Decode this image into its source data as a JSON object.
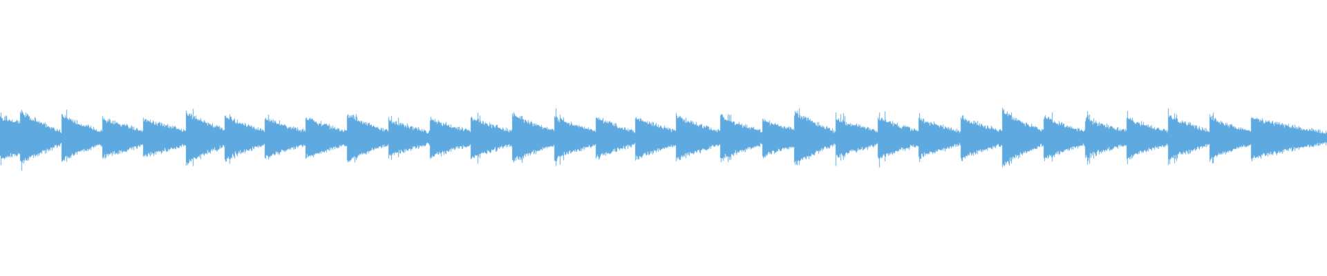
{
  "waveform": {
    "color": "#5ea9e0",
    "background": "#ffffff",
    "progress_fraction": 0,
    "segments": [
      {
        "start": 0.0,
        "end": 0.0153,
        "peak": 0.32,
        "tail": 0.24,
        "spiky": true
      },
      {
        "start": 0.0153,
        "end": 0.0466,
        "peak": 0.4,
        "tail": 0.1,
        "spiky": true
      },
      {
        "start": 0.0466,
        "end": 0.0771,
        "peak": 0.34,
        "tail": 0.1,
        "spiky": true
      },
      {
        "start": 0.0771,
        "end": 0.1076,
        "peak": 0.3,
        "tail": 0.11,
        "spiky": false
      },
      {
        "start": 0.1076,
        "end": 0.1403,
        "peak": 0.3,
        "tail": 0.11,
        "spiky": false
      },
      {
        "start": 0.1403,
        "end": 0.1695,
        "peak": 0.4,
        "tail": 0.12,
        "spiky": true
      },
      {
        "start": 0.1695,
        "end": 0.1995,
        "peak": 0.33,
        "tail": 0.1,
        "spiky": true
      },
      {
        "start": 0.1995,
        "end": 0.2302,
        "peak": 0.32,
        "tail": 0.1,
        "spiky": true
      },
      {
        "start": 0.2302,
        "end": 0.2615,
        "peak": 0.31,
        "tail": 0.1,
        "spiky": false
      },
      {
        "start": 0.2615,
        "end": 0.2928,
        "peak": 0.36,
        "tail": 0.1,
        "spiky": true
      },
      {
        "start": 0.2928,
        "end": 0.324,
        "peak": 0.28,
        "tail": 0.09,
        "spiky": true
      },
      {
        "start": 0.324,
        "end": 0.3546,
        "peak": 0.3,
        "tail": 0.1,
        "spiky": false
      },
      {
        "start": 0.3546,
        "end": 0.3859,
        "peak": 0.31,
        "tail": 0.1,
        "spiky": true
      },
      {
        "start": 0.3859,
        "end": 0.4178,
        "peak": 0.36,
        "tail": 0.11,
        "spiky": true
      },
      {
        "start": 0.4178,
        "end": 0.4491,
        "peak": 0.32,
        "tail": 0.1,
        "spiky": true
      },
      {
        "start": 0.4491,
        "end": 0.4784,
        "peak": 0.31,
        "tail": 0.1,
        "spiky": false
      },
      {
        "start": 0.4784,
        "end": 0.5096,
        "peak": 0.32,
        "tail": 0.1,
        "spiky": false
      },
      {
        "start": 0.5096,
        "end": 0.5428,
        "peak": 0.34,
        "tail": 0.1,
        "spiky": false
      },
      {
        "start": 0.5428,
        "end": 0.5747,
        "peak": 0.33,
        "tail": 0.1,
        "spiky": true
      },
      {
        "start": 0.5747,
        "end": 0.5983,
        "peak": 0.28,
        "tail": 0.12,
        "spiky": true
      },
      {
        "start": 0.5983,
        "end": 0.6296,
        "peak": 0.4,
        "tail": 0.1,
        "spiky": true
      },
      {
        "start": 0.6296,
        "end": 0.6614,
        "peak": 0.3,
        "tail": 0.1,
        "spiky": true
      },
      {
        "start": 0.6614,
        "end": 0.692,
        "peak": 0.32,
        "tail": 0.1,
        "spiky": true
      },
      {
        "start": 0.692,
        "end": 0.7238,
        "peak": 0.3,
        "tail": 0.1,
        "spiky": true
      },
      {
        "start": 0.7238,
        "end": 0.7551,
        "peak": 0.32,
        "tail": 0.1,
        "spiky": false
      },
      {
        "start": 0.7551,
        "end": 0.7864,
        "peak": 0.42,
        "tail": 0.1,
        "spiky": true
      },
      {
        "start": 0.7864,
        "end": 0.8176,
        "peak": 0.32,
        "tail": 0.1,
        "spiky": true
      },
      {
        "start": 0.8176,
        "end": 0.8489,
        "peak": 0.3,
        "tail": 0.1,
        "spiky": true
      },
      {
        "start": 0.8489,
        "end": 0.8801,
        "peak": 0.3,
        "tail": 0.1,
        "spiky": true
      },
      {
        "start": 0.8801,
        "end": 0.9114,
        "peak": 0.34,
        "tail": 0.1,
        "spiky": true
      },
      {
        "start": 0.9114,
        "end": 0.9426,
        "peak": 0.32,
        "tail": 0.1,
        "spiky": true
      },
      {
        "start": 0.9426,
        "end": 1.0,
        "peak": 0.32,
        "tail": 0.08,
        "spiky": false
      }
    ]
  }
}
